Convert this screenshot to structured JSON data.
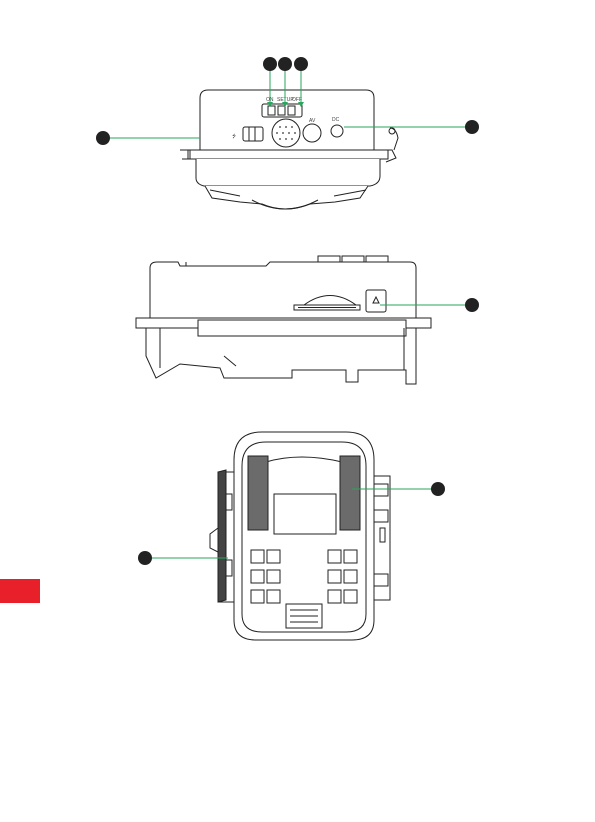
{
  "colors": {
    "callout": "#2aa65f",
    "outline": "#222222",
    "battery": "#6b6b6b",
    "section_tab": "#e8202a"
  },
  "switch_labels": {
    "on": "ON",
    "setup": "SETUP",
    "off": "OFF"
  },
  "port_labels": {
    "dc": "DC",
    "av": "AV"
  }
}
